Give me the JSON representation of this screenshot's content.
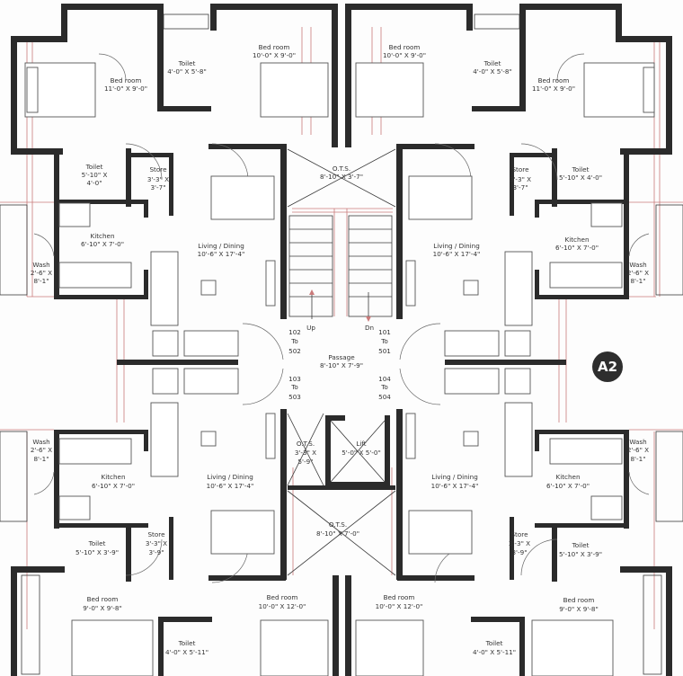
{
  "badge": "A2",
  "rooms": {
    "bed_tl_name": "Bed room",
    "bed_tl_dim": "11'-0\" X 9'-0\"",
    "toilet_tl_name": "Toilet",
    "toilet_tl_dim": "4'-0\" X 5'-8\"",
    "bed_tc1_name": "Bed room",
    "bed_tc1_dim": "10'-0\" X 9'-0\"",
    "bed_tc2_name": "Bed room",
    "bed_tc2_dim": "10'-0\" X 9'-0\"",
    "toilet_tr_name": "Toilet",
    "toilet_tr_dim": "4'-0\" X 5'-8\"",
    "bed_tr_name": "Bed room",
    "bed_tr_dim": "11'-0\" X 9'-0\"",
    "toilet_l1_name": "Toilet",
    "toilet_l1_dim1": "5'-10\" X",
    "toilet_l1_dim2": "4'-0\"",
    "store_l1_name": "Store",
    "store_l1_dim1": "3'-3\" X",
    "store_l1_dim2": "3'-7\"",
    "ots_top_name": "O.T.S.",
    "ots_top_dim": "8'-10\" X 3'-7\"",
    "store_r1_name": "Store",
    "store_r1_dim1": "3'-3\" X",
    "store_r1_dim2": "3'-7\"",
    "toilet_r1_name": "Toilet",
    "toilet_r1_dim": "5'-10\" X 4'-0\"",
    "kitchen_l1_name": "Kitchen",
    "kitchen_l1_dim": "6'-10\" X 7'-0\"",
    "living_l1_name": "Living / Dining",
    "living_l1_dim": "10'-6\" X 17'-4\"",
    "living_r1_name": "Living / Dining",
    "living_r1_dim": "10'-6\" X 17'-4\"",
    "kitchen_r1_name": "Kitchen",
    "kitchen_r1_dim": "6'-10\" X 7'-0\"",
    "wash_l1_name": "Wash",
    "wash_l1_dim1": "2'-6\" X",
    "wash_l1_dim2": "8'-1\"",
    "wash_r1_name": "Wash",
    "wash_r1_dim1": "2'-6\" X",
    "wash_r1_dim2": "8'-1\"",
    "up": "Up",
    "dn": "Dn",
    "unit_102": "102",
    "unit_102_to": "To",
    "unit_502": "502",
    "unit_101": "101",
    "unit_101_to": "To",
    "unit_501": "501",
    "passage_name": "Passage",
    "passage_dim": "8'-10\" X 7'-9\"",
    "unit_103": "103",
    "unit_103_to": "To",
    "unit_503": "503",
    "unit_104": "104",
    "unit_104_to": "To",
    "unit_504": "504",
    "wash_l2_name": "Wash",
    "wash_l2_dim1": "2'-6\" X",
    "wash_l2_dim2": "8'-1\"",
    "ots_mid_name": "O.T.S.",
    "ots_mid_dim1": "3'-3\" X",
    "ots_mid_dim2": "5'-9\"",
    "lift_name": "Lift",
    "lift_dim": "5'-0\" X 5'-0\"",
    "wash_r2_name": "Wash",
    "wash_r2_dim1": "2'-6\" X",
    "wash_r2_dim2": "8'-1\"",
    "kitchen_l2_name": "Kitchen",
    "kitchen_l2_dim": "6'-10\" X 7'-0\"",
    "living_l2_name": "Living / Dining",
    "living_l2_dim": "10'-6\" X 17'-4\"",
    "living_r2_name": "Living / Dining",
    "living_r2_dim": "10'-6\" X 17'-4\"",
    "kitchen_r2_name": "Kitchen",
    "kitchen_r2_dim": "6'-10\" X 7'-0\"",
    "ots_bot_name": "O.T.S.",
    "ots_bot_dim": "8'-10\" X 7'-0\"",
    "toilet_l2_name": "Toilet",
    "toilet_l2_dim": "5'-10\" X 3'-9\"",
    "store_l2_name": "Store",
    "store_l2_dim1": "3'-3\" X",
    "store_l2_dim2": "3'-9\"",
    "store_r2_name": "Store",
    "store_r2_dim1": "3'-3\" X",
    "store_r2_dim2": "3'-9\"",
    "toilet_r2_name": "Toilet",
    "toilet_r2_dim": "5'-10\" X 3'-9\"",
    "bed_bl_name": "Bed room",
    "bed_bl_dim": "9'-0\" X 9'-8\"",
    "bed_bc1_name": "Bed room",
    "bed_bc1_dim": "10'-0\" X 12'-0\"",
    "bed_bc2_name": "Bed room",
    "bed_bc2_dim": "10'-0\" X 12'-0\"",
    "bed_br_name": "Bed room",
    "bed_br_dim": "9'-0\" X 9'-8\"",
    "toilet_bl_name": "Toilet",
    "toilet_bl_dim": "4'-0\" X 5'-11\"",
    "toilet_br_name": "Toilet",
    "toilet_br_dim": "4'-0\" X 5'-11\""
  }
}
